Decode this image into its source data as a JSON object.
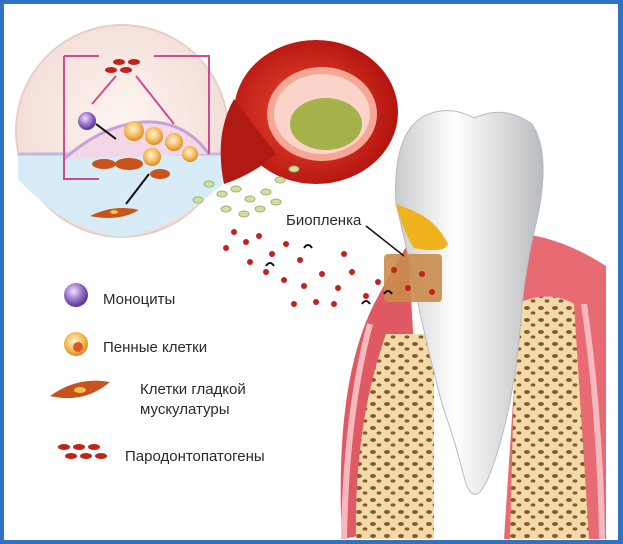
{
  "labels": {
    "biofilm": "Биопленка"
  },
  "legend": {
    "monocytes": "Моноциты",
    "foam_cells": "Пенные клетки",
    "smooth_muscle_line1": "Клетки гладкой",
    "smooth_muscle_line2": "мускулатуры",
    "periodontopathogens": "Пародонтопатогены"
  },
  "colors": {
    "frame": "#2f72c4",
    "gum": "#e05a63",
    "vessel": "#d8281c",
    "bone": "#f1d7a2",
    "tooth": "#f3f3f0",
    "biofilm": "#f0b21d",
    "bacteria": "#c0231c",
    "monocyte": "#9a72c9",
    "smooth_muscle": "#c8531c"
  }
}
